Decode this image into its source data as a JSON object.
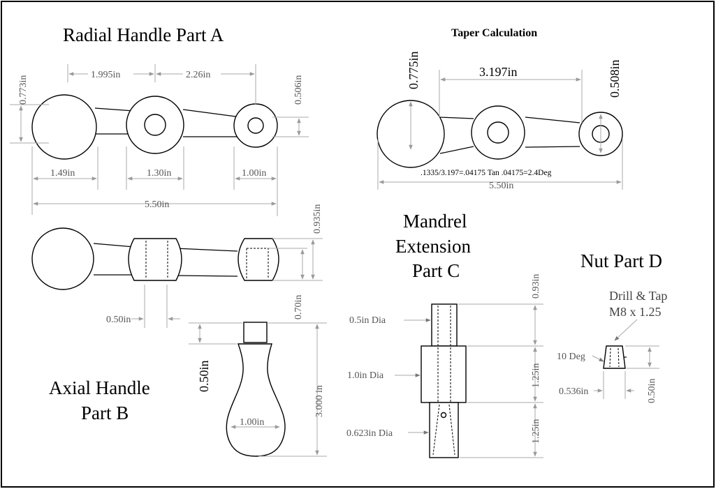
{
  "colors": {
    "background": "#ffffff",
    "ink": "#000000",
    "dimension_line": "#a8a8a8",
    "dimension_text": "#555555"
  },
  "part_a": {
    "title": "Radial Handle Part A",
    "dims": {
      "d1995": "1.995in",
      "d226": "2.26in",
      "d773": "0.773in",
      "d506": "0.506in",
      "d149": "1.49in",
      "d130": "1.30in",
      "d100": "1.00in",
      "d550": "5.50in",
      "d935": "0.935in",
      "d070": "0.70in",
      "d050": "0.50in"
    }
  },
  "taper": {
    "title": "Taper Calculation",
    "dims": {
      "d775": "0.775in",
      "d3197": "3.197in",
      "d508": "0.508in",
      "d550": "5.50in"
    },
    "formula": ".1335/3.197=.04175  Tan .04175=2.4Deg"
  },
  "part_b": {
    "title_line1": "Axial Handle",
    "title_line2": "Part B",
    "dims": {
      "d050": "0.50in",
      "d3000": "3.000 in",
      "d100": "1.00in"
    }
  },
  "part_c": {
    "title_line1": "Mandrel",
    "title_line2": "Extension",
    "title_line3": "Part C",
    "labels": {
      "dia05": "0.5in Dia",
      "dia10": "1.0in Dia",
      "dia0623": "0.623in Dia"
    },
    "dims": {
      "d093": "0.93in",
      "d125a": "1.25in",
      "d125b": "1.25in"
    }
  },
  "part_d": {
    "title": "Nut Part D",
    "note_line1": "Drill & Tap",
    "note_line2": "M8 x 1.25",
    "dims": {
      "deg": "10 Deg",
      "d536": "0.536in",
      "d050": "0.50in"
    }
  }
}
